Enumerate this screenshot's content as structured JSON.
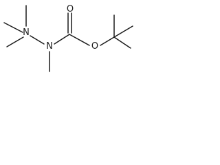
{
  "structure": {
    "atoms": {
      "n_dimethyl": "N",
      "n_methyl": "N",
      "o_carbonyl": "O",
      "o_ester": "O"
    }
  },
  "colors": {
    "ink": "#1a1a1a",
    "background": "#ffffff"
  }
}
